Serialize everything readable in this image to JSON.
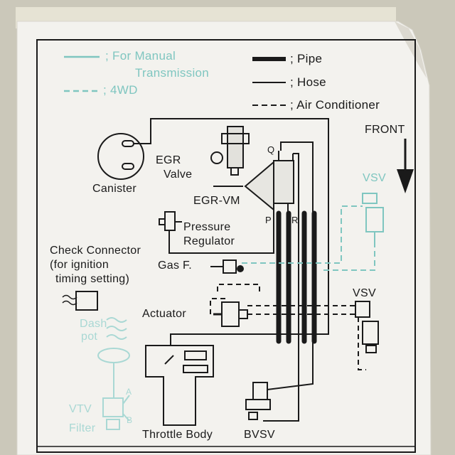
{
  "legend": {
    "manual_transmission": "; For Manual\nTransmission",
    "manual_line1": "; For Manual",
    "manual_line2": "Transmission",
    "fourwd": "; 4WD",
    "pipe": "; Pipe",
    "hose": "; Hose",
    "air_conditioner": "; Air Conditioner"
  },
  "labels": {
    "front": "FRONT",
    "canister": "Canister",
    "egr_valve_1": "EGR",
    "egr_valve_2": "Valve",
    "egr_vm": "EGR-VM",
    "port_q": "Q",
    "port_p": "P",
    "port_r": "R",
    "pressure_regulator_1": "Pressure",
    "pressure_regulator_2": "Regulator",
    "check_connector_1": "Check Connector",
    "check_connector_2": "(for ignition",
    "check_connector_3": "timing setting)",
    "gas_filter": "Gas F.",
    "actuator": "Actuator",
    "vsv_upper": "VSV",
    "vsv_lower": "VSV",
    "dash_pot_1": "Dash",
    "dash_pot_2": "pot",
    "vtv": "VTV",
    "filter": "Filter",
    "port_a": "A",
    "port_b": "B",
    "throttle_body": "Throttle Body",
    "bvsv": "BVSV"
  },
  "colors": {
    "card": "#f3f2ee",
    "ink": "#1a1a1a",
    "manual_line": "#7fc6c0",
    "background_wall": "#c9c6b8"
  }
}
